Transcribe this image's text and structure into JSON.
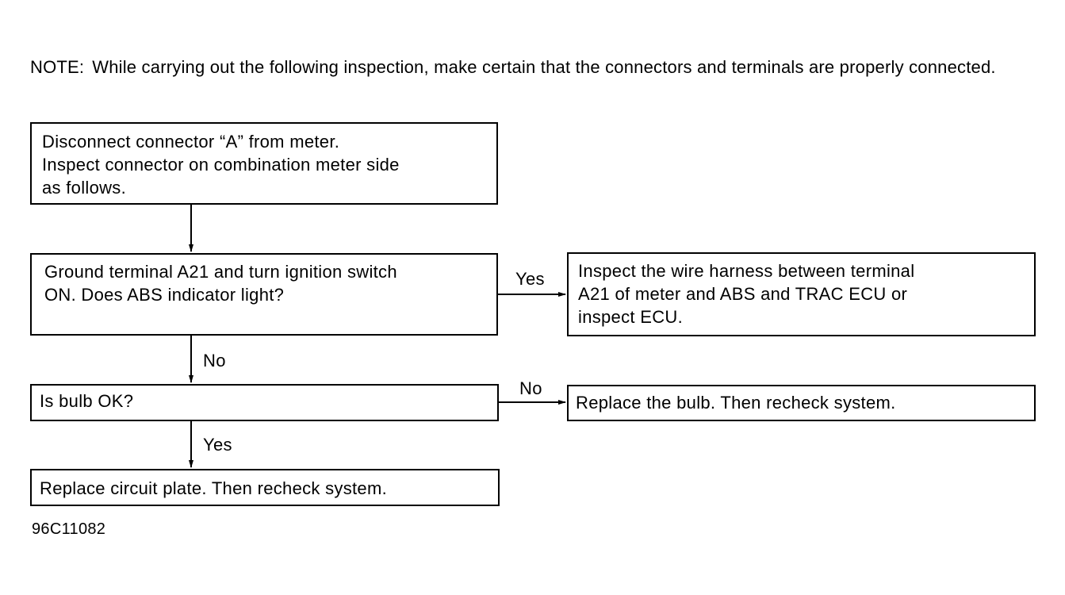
{
  "note": {
    "label": "NOTE:",
    "text": "While carrying out the following inspection, make certain that the connectors and terminals are properly connected."
  },
  "flowchart": {
    "steps": [
      {
        "text": "Disconnect connector “A” from meter.\nInspect connector on combination meter side\nas follows."
      },
      {
        "text": "Ground terminal A21 and turn ignition switch\nON. Does ABS indicator light?"
      },
      {
        "text": "Inspect the wire harness between terminal\nA21 of meter and ABS and TRAC ECU or\ninspect ECU."
      },
      {
        "text": "Is bulb OK?"
      },
      {
        "text": "Replace the bulb. Then recheck system."
      },
      {
        "text": "Replace circuit plate. Then recheck system."
      }
    ],
    "edge_labels": {
      "q1_yes": "Yes",
      "q1_no": "No",
      "q2_no": "No",
      "q2_yes": "Yes"
    }
  },
  "figure_id": "96C11082"
}
